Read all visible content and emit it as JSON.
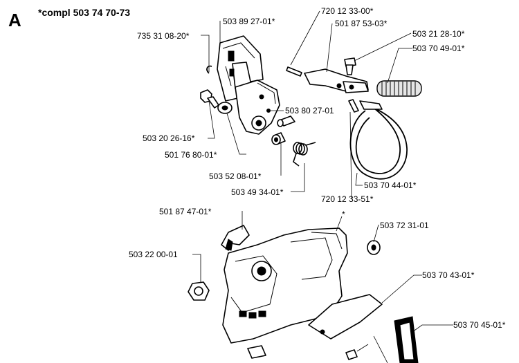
{
  "section_letter": "A",
  "title": "*compl 503 74 70-73",
  "parts": {
    "p503892701": "503 89 27-01*",
    "p735310820": "735 31 08-20*",
    "p720123300": "720 12 33-00*",
    "p501875303": "501 87 53-03*",
    "p503212810": "503 21 28-10*",
    "p503704901": "503 70 49-01*",
    "p503802701": "503 80 27-01",
    "p503202616": "503 20 26-16*",
    "p501768001": "501 76 80-01*",
    "p503520801": "503 52 08-01*",
    "p503493401": "503 49 34-01*",
    "p503704401": "503 70 44-01*",
    "p720123351": "720 12 33-51*",
    "p501874701": "501 87 47-01*",
    "star": "*",
    "p503723101": "503 72 31-01",
    "p503220001": "503 22 00-01",
    "p503704301": "503 70 43-01*",
    "p503704501": "503 70 45-01*"
  }
}
